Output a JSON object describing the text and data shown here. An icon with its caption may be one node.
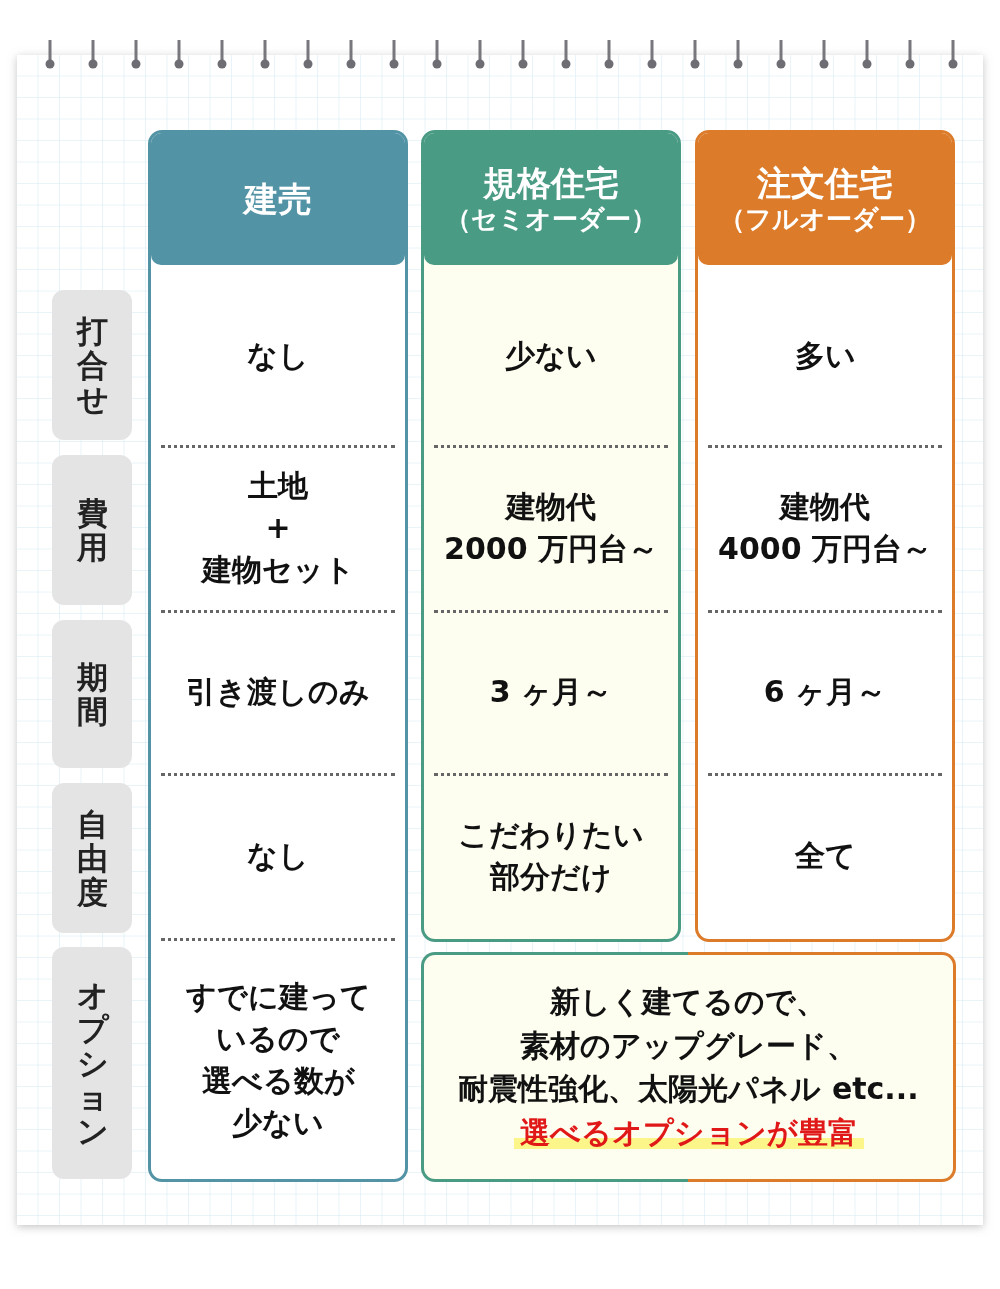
{
  "diagram": {
    "nodes": [
      {
        "text": [
          "建売"
        ]
      },
      {
        "text": [
          "規格住宅",
          "（セミオーダー）"
        ]
      },
      {
        "text": [
          "注文住宅",
          "（フルオーダー）"
        ]
      },
      {
        "text": [
          "打合せ"
        ]
      },
      {
        "text": [
          "費用"
        ]
      },
      {
        "text": [
          "期間"
        ]
      },
      {
        "text": [
          "自由度"
        ]
      },
      {
        "text": [
          "オプション"
        ]
      },
      {
        "text": [
          "新しく建てるので、素材のアップグレード、耐震性強化、太陽光パネル etc...",
          "選べるオプションが豊富"
        ]
      }
    ],
    "labels": [
      "なし",
      "少ない",
      "多い",
      "土地+建物セット",
      "建物代2000 万円台～",
      "建物代4000 万円台～",
      "引き渡しのみ",
      "3 ヶ月～",
      "6 ヶ月～",
      "なし",
      "こだわりたい部分だけ",
      "全て",
      "すでに建っているので選べる数が少ない"
    ]
  }
}
